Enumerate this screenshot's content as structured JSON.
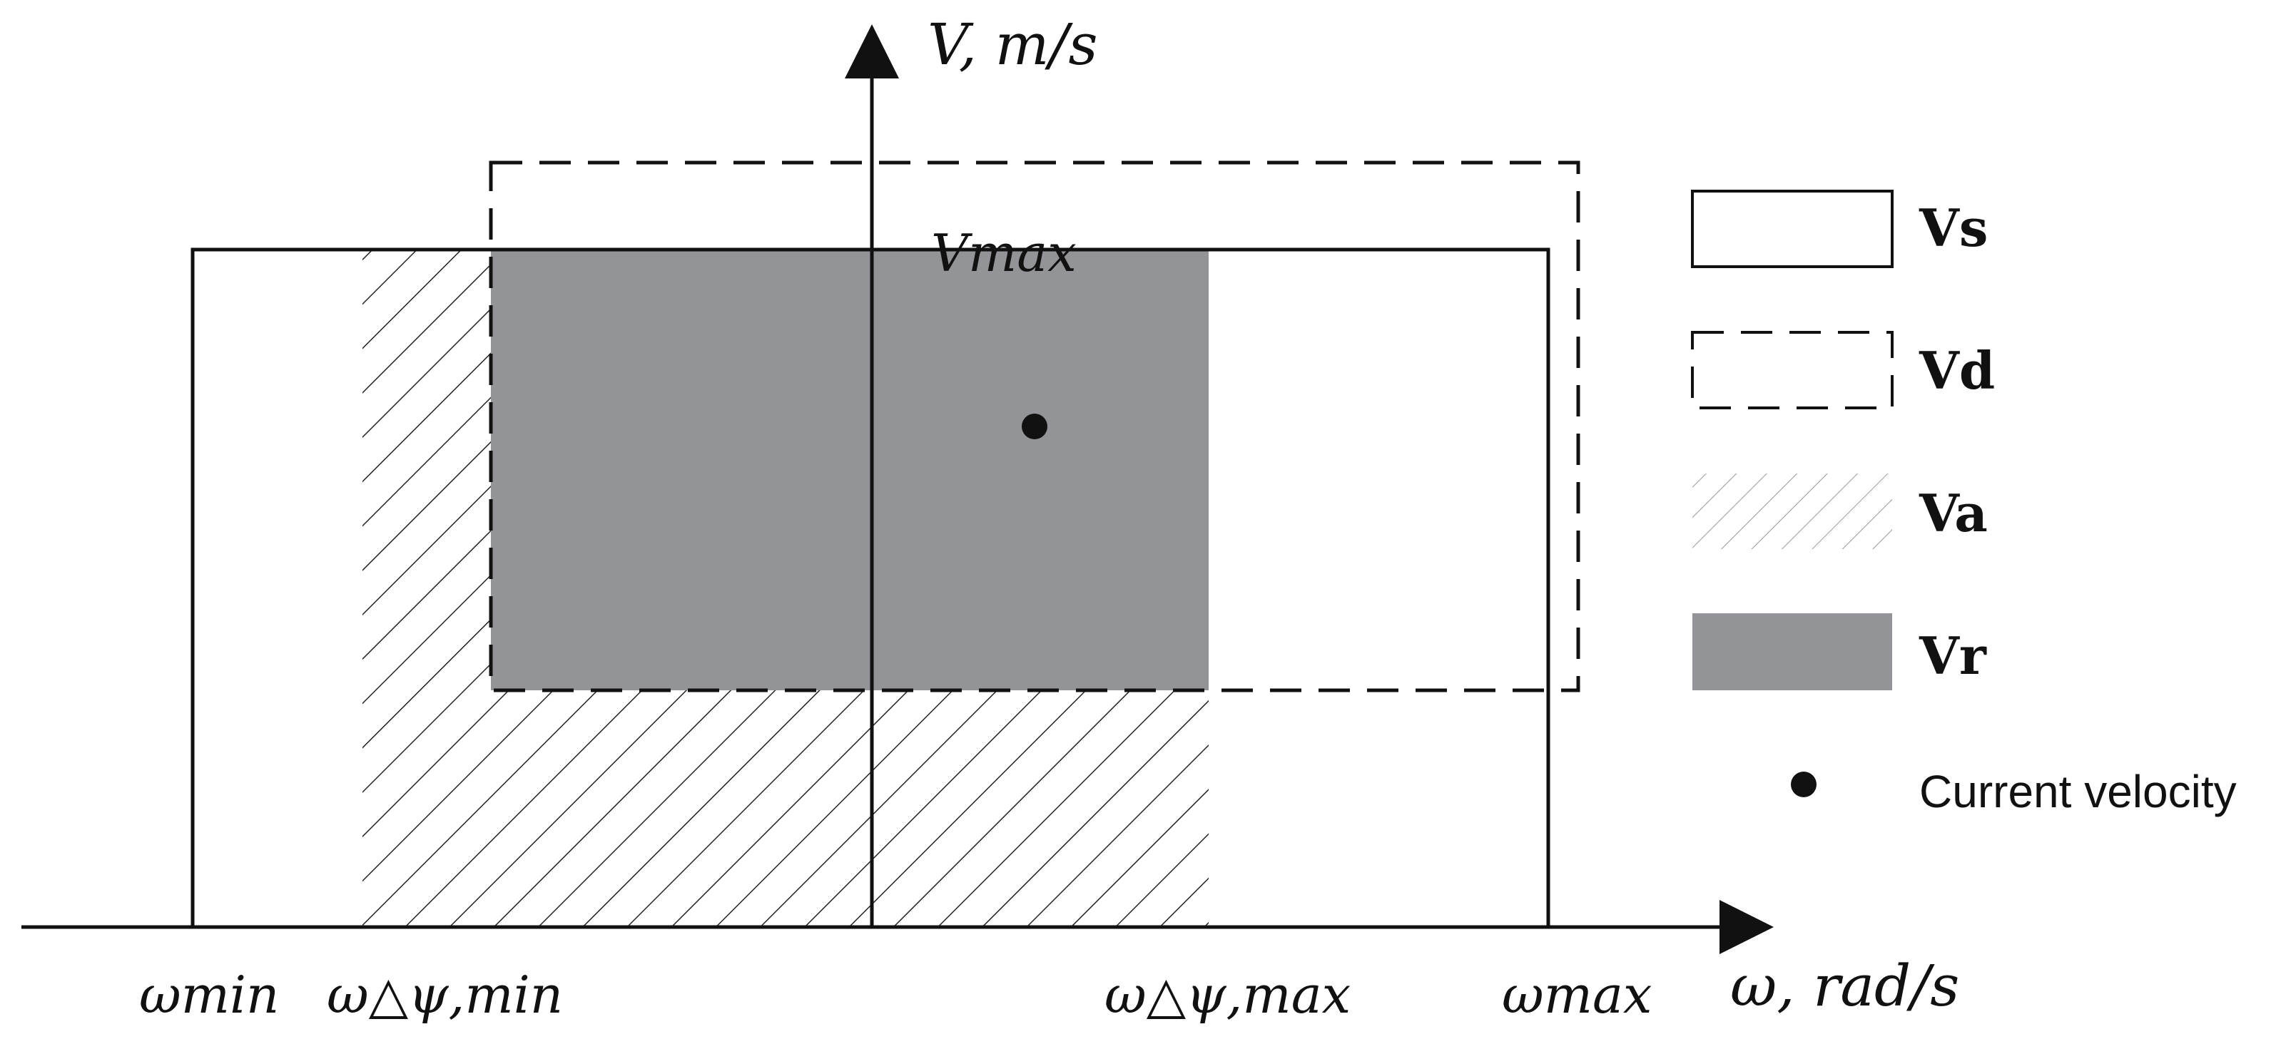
{
  "axes": {
    "y_label": "V, m/s",
    "x_label": "ω, rad/s"
  },
  "labels": {
    "v_max": "Vmax",
    "omega_min": "ωmin",
    "omega_dpsi_min": "ω△ψ,min",
    "omega_dpsi_max": "ω△ψ,max",
    "omega_max": "ωmax"
  },
  "legend": {
    "vs": "Vs",
    "vd": "Vd",
    "va": "Va",
    "vr": "Vr",
    "current": "Current velocity"
  },
  "colors": {
    "vr_fill": "#939497",
    "line": "#111111",
    "background": "#ffffff"
  }
}
